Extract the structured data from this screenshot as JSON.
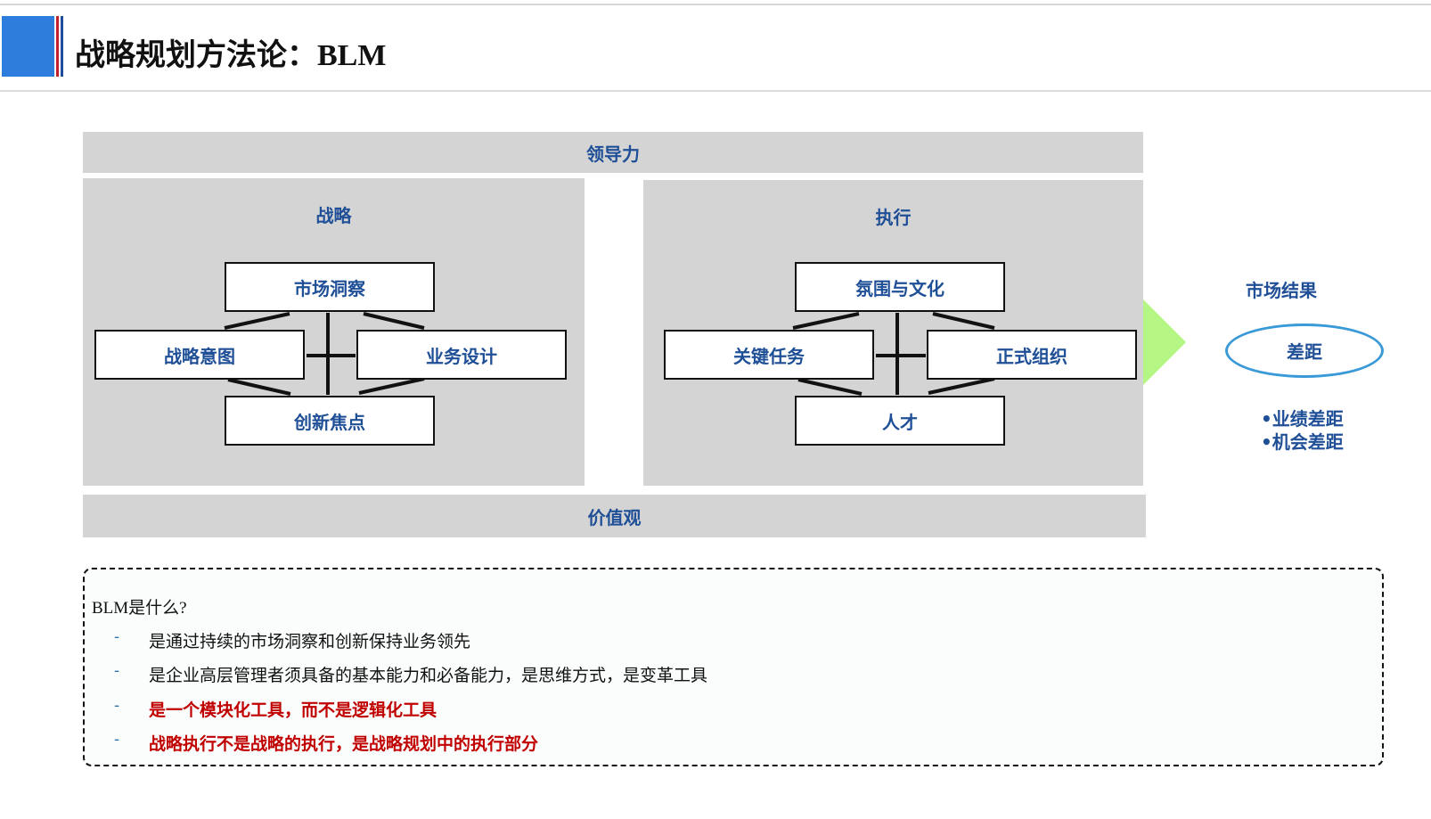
{
  "header": {
    "title_cn": "战略规划方法论：",
    "title_latin": "BLM"
  },
  "diagram": {
    "top_band": "领导力",
    "bottom_band": "价值观",
    "strategy": {
      "title": "战略",
      "nodes": {
        "top": "市场洞察",
        "left": "战略意图",
        "right": "业务设计",
        "bottom": "创新焦点"
      }
    },
    "execution": {
      "title": "执行",
      "nodes": {
        "top": "氛围与文化",
        "left": "关键任务",
        "right": "正式组织",
        "bottom": "人才"
      }
    },
    "result": {
      "title": "市场结果",
      "gap": "差距",
      "items": [
        "•业绩差距",
        "•机会差距"
      ]
    },
    "colors": {
      "panel": "#d4d4d4",
      "label_blue": "#1f4f96",
      "arrow_green": "#b4f584",
      "ellipse_border": "#3a9ad8"
    }
  },
  "notes": {
    "title": "BLM是什么?",
    "items": [
      {
        "dash": "-",
        "text": "是通过持续的市场洞察和创新保持业务领先",
        "highlight": false
      },
      {
        "dash": "-",
        "text": "是企业高层管理者须具备的基本能力和必备能力，是思维方式，是变革工具",
        "highlight": false
      },
      {
        "dash": "-",
        "text": "是一个模块化工具，而不是逻辑化工具",
        "highlight": true
      },
      {
        "dash": "-",
        "text": "战略执行不是战略的执行，是战略规划中的执行部分",
        "highlight": true
      }
    ]
  }
}
